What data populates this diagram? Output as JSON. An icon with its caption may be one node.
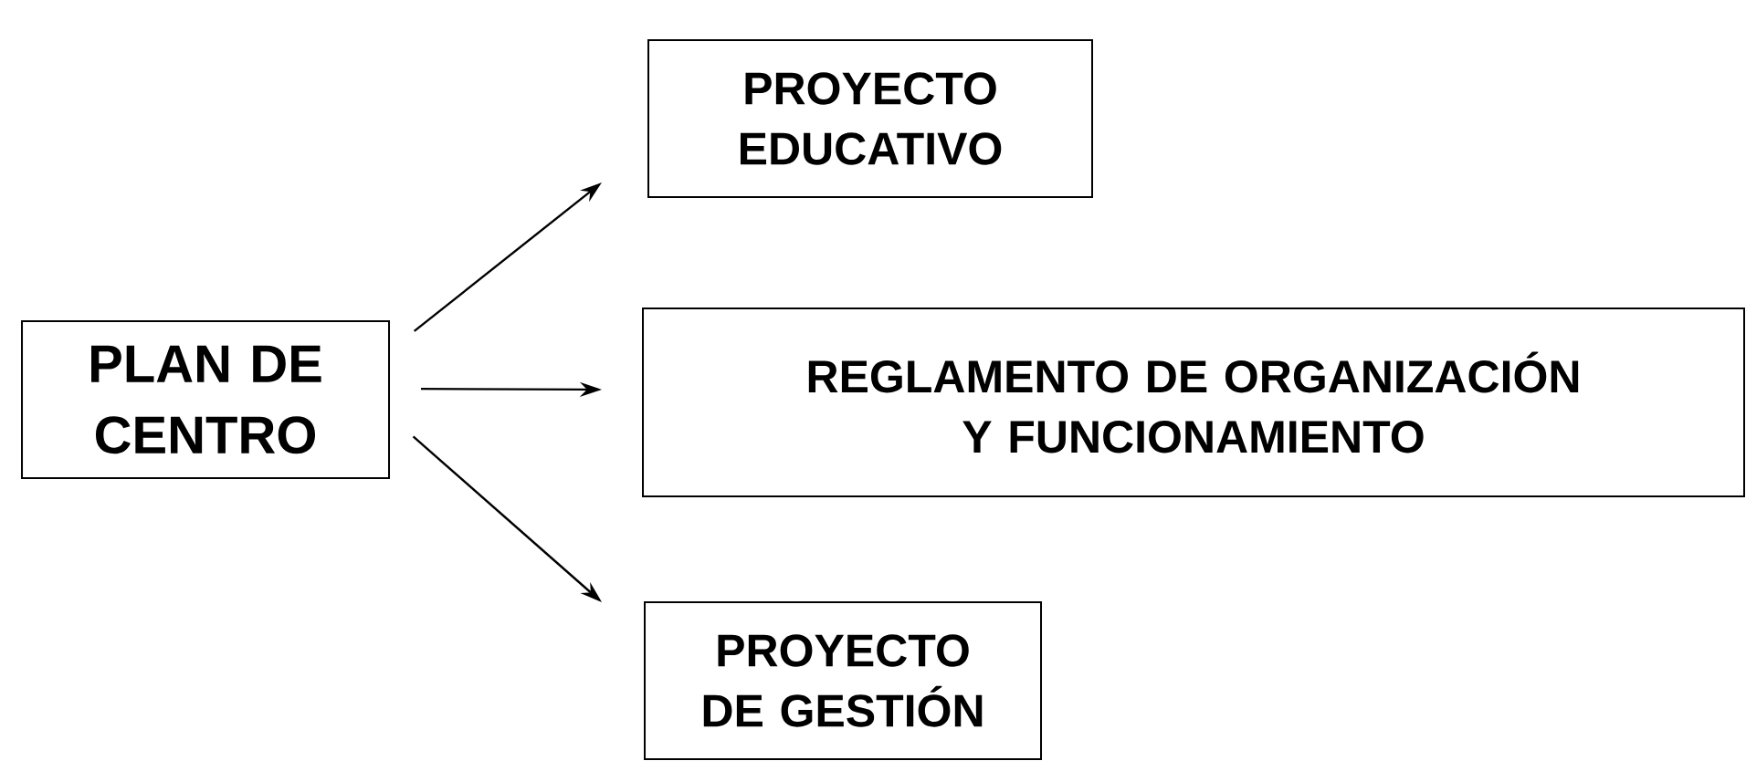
{
  "diagram": {
    "nodes": [
      {
        "text": [
          "PLAN DE CENTRO"
        ]
      },
      {
        "text": [
          "PROYECTO EDUCATIVO"
        ]
      },
      {
        "text": [
          "REGLAMENTO DE ORGANIZACIÓN Y FUNCIONAMIENTO"
        ]
      },
      {
        "text": [
          "PROYECTO DE GESTIÓN"
        ]
      }
    ],
    "edges": [
      {
        "from": 0,
        "to": 1,
        "arrow": "to"
      },
      {
        "from": 0,
        "to": 2,
        "arrow": "to"
      },
      {
        "from": 0,
        "to": 3,
        "arrow": "to"
      }
    ]
  }
}
